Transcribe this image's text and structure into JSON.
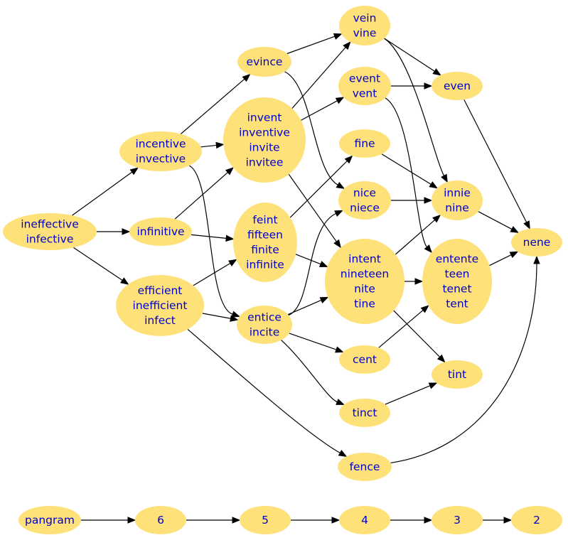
{
  "graph": {
    "nodes": [
      {
        "id": "ineffective",
        "lines": [
          "ineffective",
          "infective"
        ]
      },
      {
        "id": "incentive",
        "lines": [
          "incentive",
          "invective"
        ]
      },
      {
        "id": "infinitive",
        "lines": [
          "infinitive"
        ]
      },
      {
        "id": "efficient",
        "lines": [
          "efficient",
          "inefficient",
          "infect"
        ]
      },
      {
        "id": "evince",
        "lines": [
          "evince"
        ]
      },
      {
        "id": "invent",
        "lines": [
          "invent",
          "inventive",
          "invite",
          "invitee"
        ]
      },
      {
        "id": "feint",
        "lines": [
          "feint",
          "fifteen",
          "finite",
          "infinite"
        ]
      },
      {
        "id": "entice",
        "lines": [
          "entice",
          "incite"
        ]
      },
      {
        "id": "vein",
        "lines": [
          "vein",
          "vine"
        ]
      },
      {
        "id": "event",
        "lines": [
          "event",
          "vent"
        ]
      },
      {
        "id": "fine",
        "lines": [
          "fine"
        ]
      },
      {
        "id": "nice",
        "lines": [
          "nice",
          "niece"
        ]
      },
      {
        "id": "intent",
        "lines": [
          "intent",
          "nineteen",
          "nite",
          "tine"
        ]
      },
      {
        "id": "cent",
        "lines": [
          "cent"
        ]
      },
      {
        "id": "tinct",
        "lines": [
          "tinct"
        ]
      },
      {
        "id": "fence",
        "lines": [
          "fence"
        ]
      },
      {
        "id": "even",
        "lines": [
          "even"
        ]
      },
      {
        "id": "innie",
        "lines": [
          "innie",
          "nine"
        ]
      },
      {
        "id": "entente",
        "lines": [
          "entente",
          "teen",
          "tenet",
          "tent"
        ]
      },
      {
        "id": "tint",
        "lines": [
          "tint"
        ]
      },
      {
        "id": "nene",
        "lines": [
          "nene"
        ]
      },
      {
        "id": "pangram",
        "lines": [
          "pangram"
        ]
      },
      {
        "id": "n6",
        "lines": [
          "6"
        ]
      },
      {
        "id": "n5",
        "lines": [
          "5"
        ]
      },
      {
        "id": "n4",
        "lines": [
          "4"
        ]
      },
      {
        "id": "n3",
        "lines": [
          "3"
        ]
      },
      {
        "id": "n2",
        "lines": [
          "2"
        ]
      }
    ],
    "edges": [
      [
        "ineffective",
        "incentive"
      ],
      [
        "ineffective",
        "infinitive"
      ],
      [
        "ineffective",
        "efficient"
      ],
      [
        "incentive",
        "evince"
      ],
      [
        "incentive",
        "invent"
      ],
      [
        "incentive",
        "entice"
      ],
      [
        "infinitive",
        "invent"
      ],
      [
        "infinitive",
        "feint"
      ],
      [
        "efficient",
        "feint"
      ],
      [
        "efficient",
        "entice"
      ],
      [
        "efficient",
        "fence"
      ],
      [
        "evince",
        "vein"
      ],
      [
        "evince",
        "nice"
      ],
      [
        "invent",
        "vein"
      ],
      [
        "invent",
        "event"
      ],
      [
        "invent",
        "intent"
      ],
      [
        "feint",
        "fine"
      ],
      [
        "feint",
        "intent"
      ],
      [
        "entice",
        "nice"
      ],
      [
        "entice",
        "intent"
      ],
      [
        "entice",
        "cent"
      ],
      [
        "entice",
        "tinct"
      ],
      [
        "vein",
        "even"
      ],
      [
        "vein",
        "innie"
      ],
      [
        "event",
        "even"
      ],
      [
        "event",
        "entente"
      ],
      [
        "fine",
        "innie"
      ],
      [
        "nice",
        "innie"
      ],
      [
        "intent",
        "innie"
      ],
      [
        "intent",
        "entente"
      ],
      [
        "intent",
        "tint"
      ],
      [
        "cent",
        "entente"
      ],
      [
        "tinct",
        "tint"
      ],
      [
        "even",
        "nene"
      ],
      [
        "innie",
        "nene"
      ],
      [
        "entente",
        "nene"
      ],
      [
        "fence",
        "nene"
      ],
      [
        "pangram",
        "n6"
      ],
      [
        "n6",
        "n5"
      ],
      [
        "n5",
        "n4"
      ],
      [
        "n4",
        "n3"
      ],
      [
        "n3",
        "n2"
      ]
    ]
  }
}
